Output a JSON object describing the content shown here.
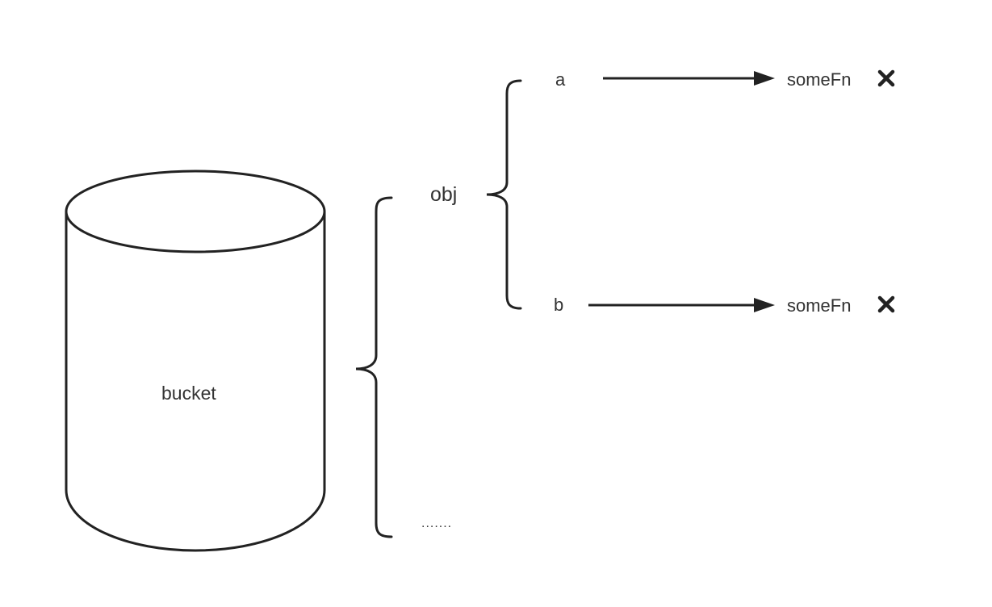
{
  "diagram": {
    "bucket_label": "bucket",
    "object_label": "obj",
    "keys": [
      {
        "key": "a",
        "target": "someFn",
        "status_icon": "cross-icon"
      },
      {
        "key": "b",
        "target": "someFn",
        "status_icon": "cross-icon"
      }
    ],
    "more_label": ".......",
    "stroke_color": "#222222",
    "text_color": "#333333"
  }
}
